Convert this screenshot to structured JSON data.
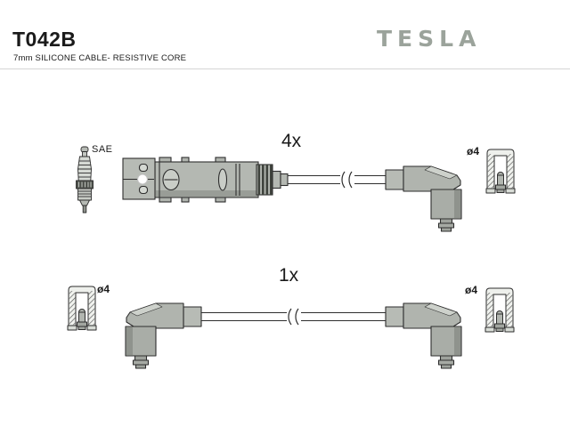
{
  "header": {
    "part_number": "T042B",
    "subtitle": "7mm SILICONE CABLE- RESISTIVE CORE",
    "brand_logo": "TESLA"
  },
  "diagram": {
    "spark_plug_standard_label": "SAE",
    "four_lead": {
      "quantity_label": "4x",
      "terminal_diameter_label": "ø4"
    },
    "single_lead": {
      "quantity_label": "1x",
      "terminal_diameter_label_left": "ø4",
      "terminal_diameter_label_right": "ø4"
    },
    "icons": {
      "spark_plug": "spark-plug-side-view",
      "distributor_connector": "distributor-end-connector",
      "plug_boot": "90-degree-plug-boot",
      "terminal_socket": "socket-cross-section",
      "cable_break": "cable-break-marks"
    }
  },
  "colors": {
    "background": "#ffffff",
    "text": "#1a1a1a",
    "brand_logo": "#9ba39b",
    "line_art_outline": "#2e2e2e",
    "line_art_fill": "#b4b8b2"
  }
}
